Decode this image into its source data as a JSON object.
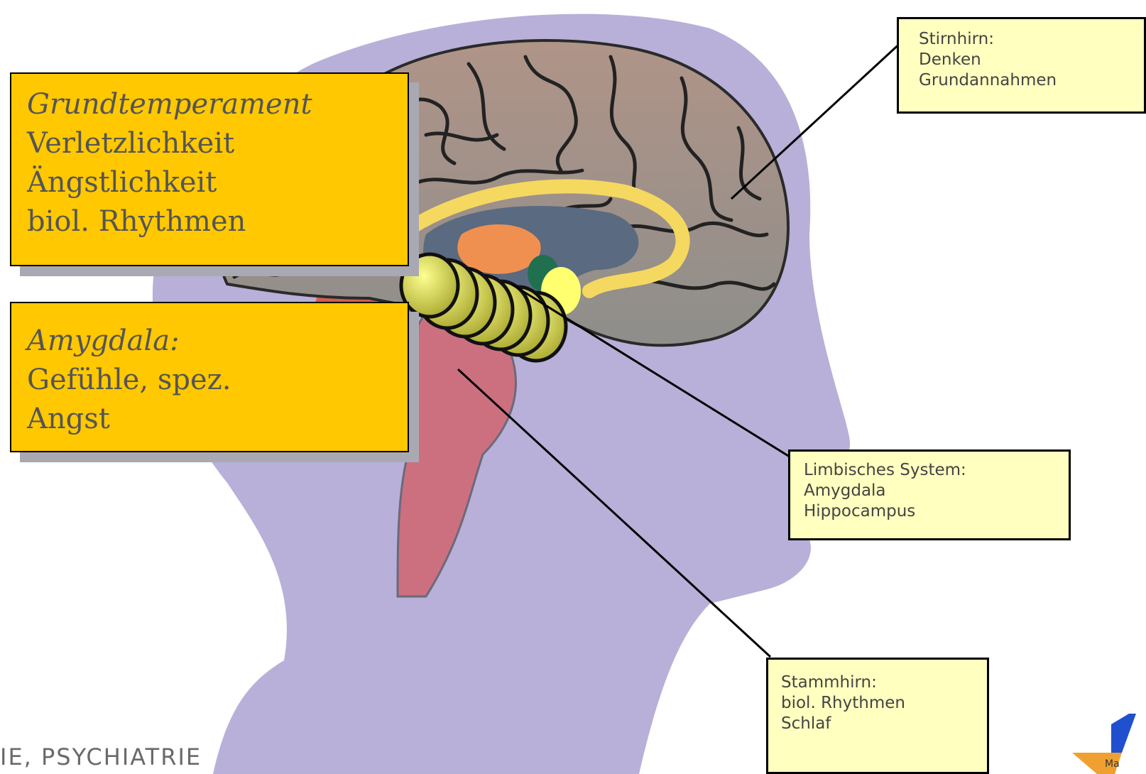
{
  "boxes": {
    "temperament": {
      "title": "Grundtemperament",
      "lines": [
        "Verletzlichkeit",
        "Ängstlichkeit",
        "biol. Rhythmen"
      ]
    },
    "amygdala": {
      "title": "Amygdala:",
      "lines": [
        "Gefühle, spez.",
        "Angst"
      ]
    }
  },
  "callouts": {
    "stirnhirn": [
      "Stirnhirn:",
      "Denken",
      "Grundannahmen"
    ],
    "limbisch": [
      "Limbisches System:",
      "Amygdala",
      "Hippocampus"
    ],
    "stammhirn": [
      "Stammhirn:",
      "biol. Rhythmen",
      "Schlaf"
    ]
  },
  "footer": {
    "text": "IE, PSYCHIATRIE"
  },
  "logo": {
    "fragment": "Ma"
  },
  "colors": {
    "head": "#b8b0d8",
    "cortex": "#9a8e86",
    "label_box": "#ffc800",
    "callout_box": "#ffffc0"
  }
}
